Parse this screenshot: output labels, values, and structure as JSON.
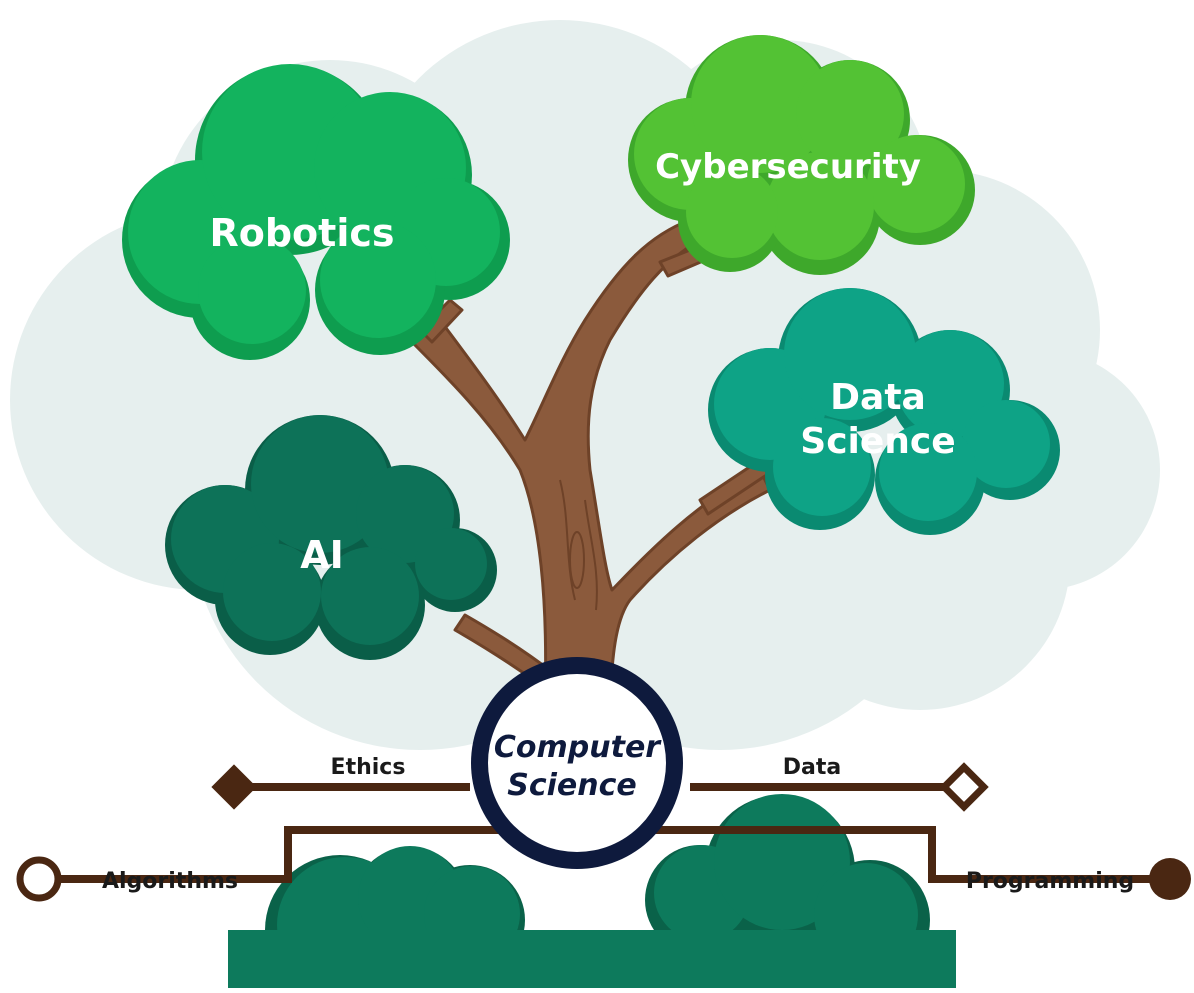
{
  "diagram": {
    "branches": {
      "robotics": "Robotics",
      "cybersecurity": "Cybersecurity",
      "data_science_line1": "Data",
      "data_science_line2": "Science",
      "ai": "AI"
    },
    "center": {
      "line1": "Computer",
      "line2": "Science"
    },
    "roots": {
      "ethics": "Ethics",
      "data": "Data",
      "algorithms": "Algorithms",
      "programming": "Programming"
    }
  },
  "colors": {
    "background_cloud": "#e6efee",
    "trunk": "#8b5a3c",
    "trunk_dark": "#6e4228",
    "robotics": "#13b35e",
    "cybersecurity": "#53c234",
    "data_science": "#0ea386",
    "ai": "#0d7258",
    "bush": "#0d7a5c",
    "root_line": "#4a2712",
    "center_ring": "#0e1a3d"
  }
}
